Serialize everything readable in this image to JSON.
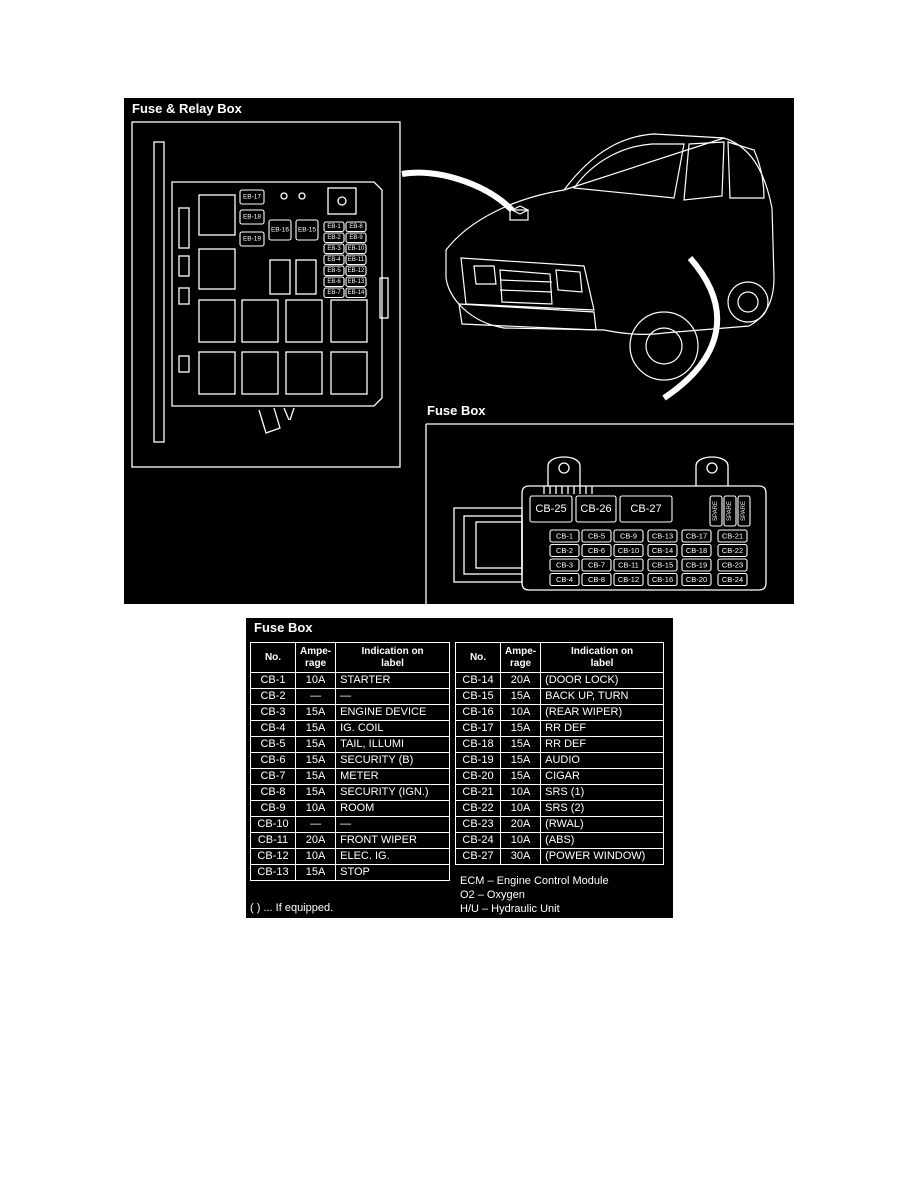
{
  "diagram": {
    "relay_box_title": "Fuse & Relay Box",
    "fuse_box_title": "Fuse Box",
    "relay_box_labels": [
      "EB-17",
      "EB-18",
      "EB-19",
      "EB-16",
      "EB-15",
      "EB-1",
      "EB-8",
      "EB-2",
      "EB-9",
      "EB-3",
      "EB-10",
      "EB-4",
      "EB-11",
      "EB-5",
      "EB-12",
      "EB-6",
      "EB-13",
      "EB-7",
      "EB-14"
    ],
    "fuse_box_big": [
      "CB-25",
      "CB-26",
      "CB-27"
    ],
    "fuse_box_spares": [
      "SPARE",
      "SPARE",
      "SPARE"
    ],
    "fuse_box_grid": [
      [
        "CB-1",
        "CB-5",
        "CB-9",
        "CB-13",
        "CB-17",
        "CB-21"
      ],
      [
        "CB-2",
        "CB-6",
        "CB-10",
        "CB-14",
        "CB-18",
        "CB-22"
      ],
      [
        "CB-3",
        "CB-7",
        "CB-11",
        "CB-15",
        "CB-19",
        "CB-23"
      ],
      [
        "CB-4",
        "CB-8",
        "CB-12",
        "CB-16",
        "CB-20",
        "CB-24"
      ]
    ]
  },
  "table": {
    "title": "Fuse Box",
    "headers": [
      "No.",
      "Ampe-\nrage",
      "Indication on\nlabel"
    ],
    "left_rows": [
      [
        "CB-1",
        "10A",
        "STARTER"
      ],
      [
        "CB-2",
        "—",
        "—"
      ],
      [
        "CB-3",
        "15A",
        "ENGINE DEVICE"
      ],
      [
        "CB-4",
        "15A",
        "IG. COIL"
      ],
      [
        "CB-5",
        "15A",
        "TAIL, ILLUMI"
      ],
      [
        "CB-6",
        "15A",
        "SECURITY (B)"
      ],
      [
        "CB-7",
        "15A",
        "METER"
      ],
      [
        "CB-8",
        "15A",
        "SECURITY (IGN.)"
      ],
      [
        "CB-9",
        "10A",
        "ROOM"
      ],
      [
        "CB-10",
        "—",
        "—"
      ],
      [
        "CB-11",
        "20A",
        "FRONT WIPER"
      ],
      [
        "CB-12",
        "10A",
        "ELEC. IG."
      ],
      [
        "CB-13",
        "15A",
        "STOP"
      ]
    ],
    "right_rows": [
      [
        "CB-14",
        "20A",
        "(DOOR LOCK)"
      ],
      [
        "CB-15",
        "15A",
        "BACK UP, TURN"
      ],
      [
        "CB-16",
        "10A",
        "(REAR WIPER)"
      ],
      [
        "CB-17",
        "15A",
        "RR DEF"
      ],
      [
        "CB-18",
        "15A",
        "RR DEF"
      ],
      [
        "CB-19",
        "15A",
        "AUDIO"
      ],
      [
        "CB-20",
        "15A",
        "CIGAR"
      ],
      [
        "CB-21",
        "10A",
        "SRS (1)"
      ],
      [
        "CB-22",
        "10A",
        "SRS (2)"
      ],
      [
        "CB-23",
        "20A",
        "(RWAL)"
      ],
      [
        "CB-24",
        "10A",
        "(ABS)"
      ],
      [
        "CB-27",
        "30A",
        "(POWER WINDOW)"
      ]
    ],
    "footnote": "(    ) ... If equipped.",
    "legend": [
      "ECM – Engine Control Module",
      "O2 – Oxygen",
      "H/U – Hydraulic Unit"
    ]
  }
}
